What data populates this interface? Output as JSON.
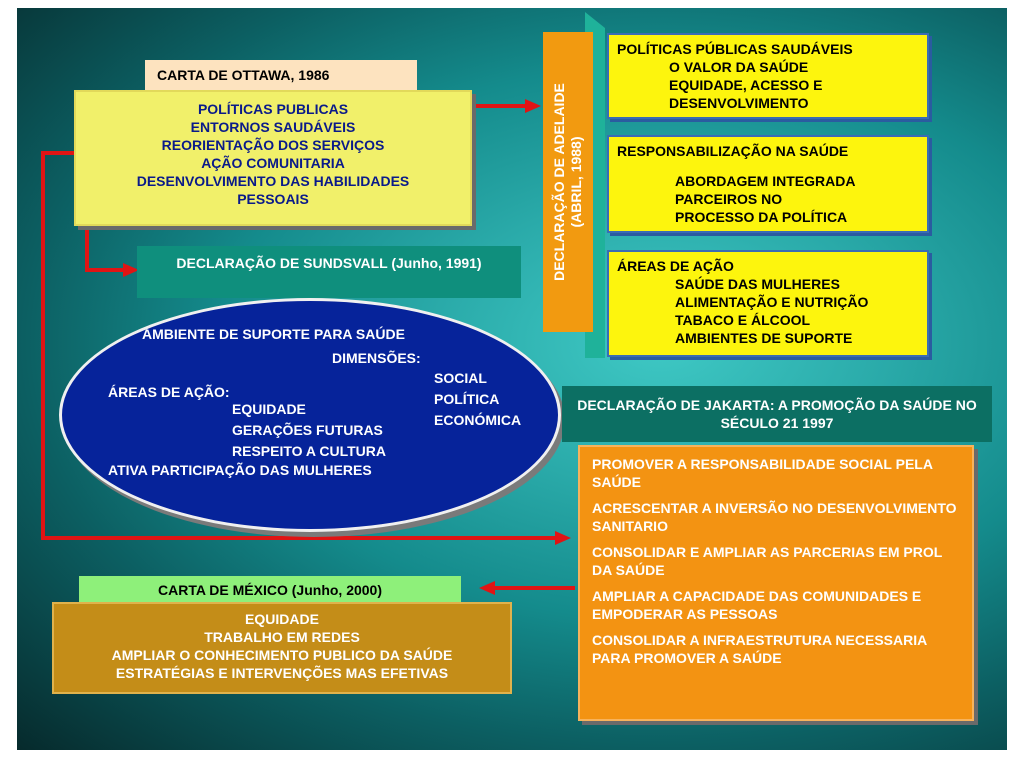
{
  "ottawa": {
    "title": "CARTA  DE   OTTAWA, 1986",
    "items": [
      "POLÍTICAS  PUBLICAS",
      "ENTORNOS  SAUDÁVEIS",
      "REORIENTAÇÃO  DOS SERVIÇOS",
      "AÇÃO  COMUNITARIA",
      "DESENVOLVIMENTO  DAS  HABILIDADES",
      "PESSOAIS"
    ]
  },
  "sundsvall": {
    "title": "DECLARAÇÃO DE  SUNDSVALL (Junho, 1991)",
    "ambiente": "AMBIENTE  DE  SUPORTE  PARA   SAÚDE",
    "dimensoes_label": "DIMENSÕES:",
    "dimensoes": [
      "SOCIAL",
      "POLÍTICA",
      "ECONÓMICA"
    ],
    "areas_label": "ÁREAS DE AÇÃO:",
    "areas": [
      "EQUIDADE",
      "GERAÇÕES  FUTURAS",
      "RESPEITO A CULTURA"
    ],
    "ativa": "ATIVA  PARTICIPAÇÃO DAS MULHERES"
  },
  "adelaide": {
    "label_line1": "DECLARAÇÃO DE  ADELAIDE",
    "label_line2": "(ABRIL, 1988)",
    "box1": {
      "title": "POLÍTICAS PÚBLICAS   SAUDÁVEIS",
      "items": [
        "O VALOR DA SAÚDE",
        "EQUIDADE, ACESSO E",
        "DESENVOLVIMENTO"
      ]
    },
    "box2": {
      "title": "RESPONSABILIZAÇÃO NA SAÚDE",
      "items": [
        "ABORDAGEM  INTEGRADA",
        "PARCEIROS NO",
        "PROCESSO DA POLÍTICA"
      ]
    },
    "box3": {
      "title": "ÁREAS DE AÇÃO",
      "items": [
        "SAÚDE DAS MULHERES",
        "ALIMENTAÇÃO  E NUTRIÇÃO",
        "TABACO E ÁLCOOL",
        "AMBIENTES DE SUPORTE"
      ]
    }
  },
  "jakarta": {
    "title": "DECLARAÇÃO  DE JAKARTA: A PROMOÇÃO DA SAÚDE NO SÉCULO 21  1997",
    "items": [
      "PROMOVER  A RESPONSABILIDADE SOCIAL  PELA  SAÚDE",
      "ACRESCENTAR  A  INVERSÃO  NO DESENVOLVIMENTO SANITARIO",
      "CONSOLIDAR   E  AMPLIAR AS PARCERIAS EM PROL DA SAÚDE",
      "AMPLIAR  A CAPACIDADE DAS COMUNIDADES  E EMPODERAR  AS PESSOAS",
      "CONSOLIDAR A  INFRAESTRUTURA NECESSARIA  PARA PROMOVER A SAÚDE"
    ]
  },
  "mexico": {
    "title": "CARTA  DE  MÉXICO (Junho, 2000)",
    "items": [
      "EQUIDADE",
      "TRABALHO  EM  REDES",
      "AMPLIAR  O CONHECIMENTO  PUBLICO DA SAÚDE",
      "ESTRATÉGIAS E INTERVENÇÕES MAS EFETIVAS"
    ]
  },
  "colors": {
    "arrow": "#e01414",
    "ellipse": "#06239a",
    "yellow": "#fdf50d",
    "orange": "#f39312"
  }
}
